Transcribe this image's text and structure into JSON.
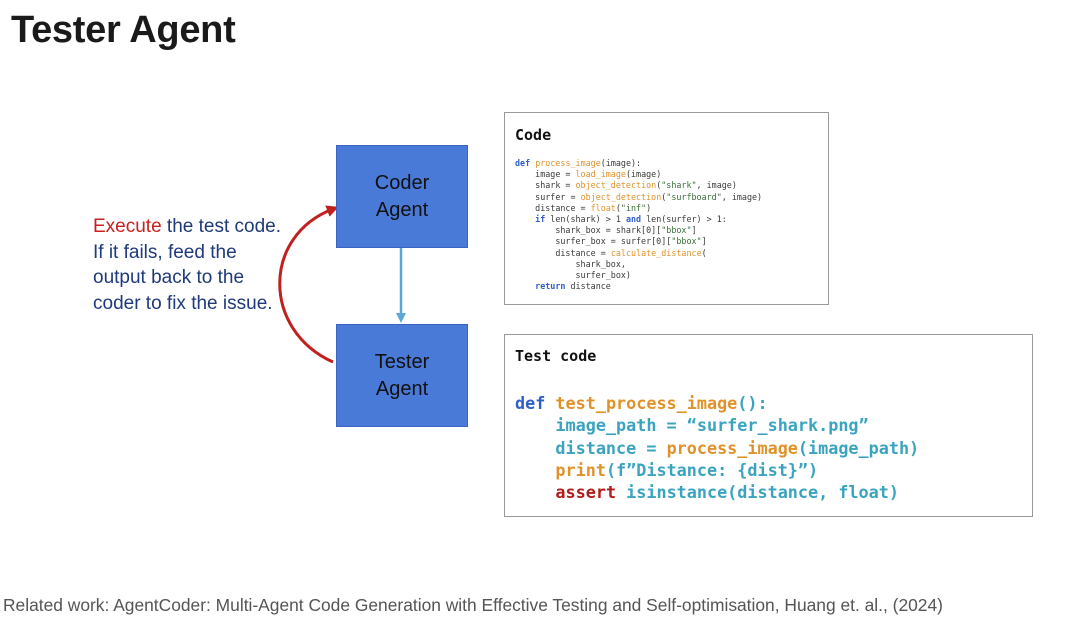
{
  "title": "Tester Agent",
  "agents": {
    "coder": [
      "Coder",
      "Agent"
    ],
    "tester": [
      "Tester",
      "Agent"
    ]
  },
  "explanation": {
    "highlight": "Execute",
    "rest": " the test code. If it fails, feed the output back to the coder to fix the issue."
  },
  "code_panel": {
    "title": "Code",
    "lines": [
      "def process_image(image):",
      "    image = load_image(image)",
      "    shark = object_detection(\"shark\", image)",
      "    surfer = object_detection(\"surfboard\", image)",
      "    distance = float(\"inf\")",
      "    if len(shark) > 1 and len(surfer) > 1:",
      "        shark_box = shark[0][\"bbox\"]",
      "        surfer_box = surfer[0][\"bbox\"]",
      "        distance = calculate_distance(",
      "            shark_box,",
      "            surfer_box)",
      "    return distance"
    ]
  },
  "test_panel": {
    "title": "Test code",
    "lines": [
      "def test_process_image():",
      "    image_path = “surfer_shark.png”",
      "    distance = process_image(image_path)",
      "    print(f”Distance: {dist}”)",
      "    assert isinstance(distance, float)"
    ]
  },
  "footer": "Related work: AgentCoder: Multi-Agent Code Generation with Effective Testing and Self-optimisation, Huang et. al., (2024)",
  "colors": {
    "agent_box": "#4a7ad8",
    "down_arrow": "#5aa8d6",
    "feedback_arrow": "#c0201e",
    "highlight_text": "#c8201e",
    "body_text": "#1f3a7a"
  }
}
